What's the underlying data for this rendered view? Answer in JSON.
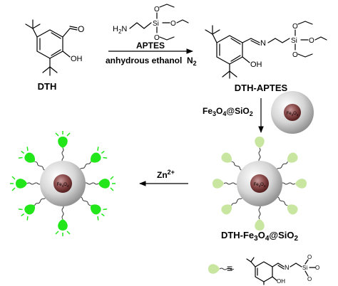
{
  "compounds": {
    "dth": "DTH",
    "dth_aptes": "DTH-APTES",
    "product": {
      "base": "DTH-Fe",
      "sub1": "3",
      "mid1": "O",
      "sub2": "4",
      "mid2": "@SiO",
      "sub3": "2"
    }
  },
  "step1": {
    "reagent": "APTES",
    "conditions": "anhydrous ethanol",
    "atmosphere": {
      "base": "N",
      "sub": "2"
    }
  },
  "step2": {
    "reagent": {
      "base": "Fe",
      "sub1": "3",
      "mid1": "O",
      "sub2": "4",
      "mid2": "@SiO",
      "sub3": "2"
    }
  },
  "step3": {
    "reagent": {
      "base": "Zn",
      "sup": "2+"
    }
  },
  "core_label": {
    "base": "Fe",
    "sub1": "3",
    "mid1": "O",
    "sub2": "4"
  },
  "atoms": {
    "oh": "OH",
    "o": "O",
    "n": "N",
    "si": "Si",
    "h2n": "H",
    "h2n_sub": "2",
    "h2n_n": "N"
  },
  "legend_equals": "≡",
  "colors": {
    "quenched_probe": "#c8e6a0",
    "fluorescent_probe": "#22e61a",
    "sphere_light": "#ffffff",
    "sphere_dark": "#8a8a8a",
    "core_light": "#b57a7a",
    "core_dark": "#4a1818"
  }
}
